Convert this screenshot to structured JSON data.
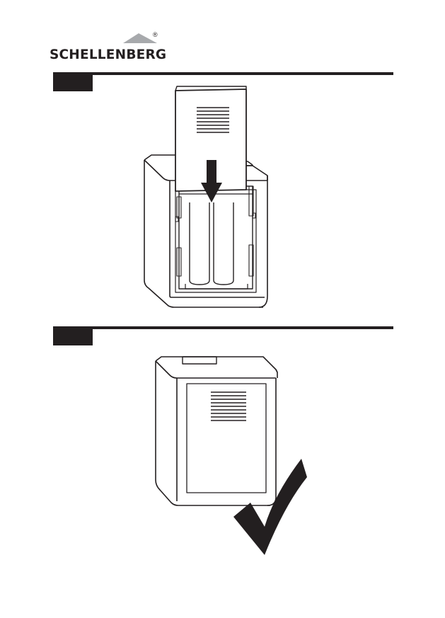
{
  "brand": {
    "name": "SCHELLENBERG",
    "registered_mark": "®"
  },
  "steps": [
    {
      "id": "insert-batteries-close-lid",
      "label": "",
      "illustration": "device-open-with-batteries-and-lid-sliding-down",
      "icons": [
        "down-arrow-icon"
      ]
    },
    {
      "id": "device-closed-ok",
      "label": "",
      "illustration": "device-closed",
      "icons": [
        "checkmark-icon"
      ]
    }
  ],
  "colors": {
    "ink": "#231f20",
    "background": "#ffffff"
  }
}
